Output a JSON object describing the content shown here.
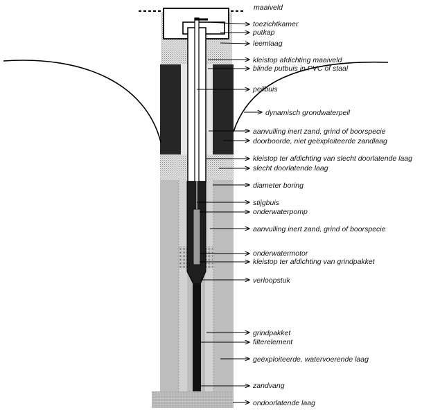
{
  "labels": {
    "maaiveld": "maaiveld",
    "toezichtkamer": "toezichtkamer",
    "putkap": "putkap",
    "leemlaag": "leemlaag",
    "kleistop_maaiveld": "kleistop afdichting maaiveld",
    "blinde_putbuis": "blinde putbuis in PVC of staal",
    "peilbuis": "peilbuis",
    "dynamisch_grondwaterpeil": "dynamisch grondwaterpeil",
    "aanvulling_1": "aanvulling inert zand, grind of boorspecie",
    "doorboorde_zandlaag": "doorboorde, niet geëxploiteerde zandlaag",
    "kleistop_slecht": "kleistop ter afdichting van slecht doorlatende laag",
    "slecht_doorlatende_laag": "slecht doorlatende laag",
    "diameter_boring": "diameter boring",
    "stijgbuis": "stijgbuis",
    "onderwaterpomp": "onderwaterpomp",
    "aanvulling_2": "aanvulling inert zand, grind of boorspecie",
    "onderwatermotor": "onderwatermotor",
    "kleistop_grindpakket": "kleistop ter afdichting van grindpakket",
    "verloopstuk": "verloopstuk",
    "grindpakket": "grindpakket",
    "filterelement": "filterelement",
    "geexploiteerde_laag": "geëxploiteerde, watervoerende laag",
    "zandvang": "zandvang",
    "ondoorlatende_laag": "ondoorlatende laag"
  },
  "colors": {
    "ink": "#000000",
    "dark_fill": "#262626",
    "gravel": "#b9b9b9",
    "fill_light": "#dedede",
    "pipe_white": "#ffffff",
    "dotted": "#cfcfcf"
  }
}
